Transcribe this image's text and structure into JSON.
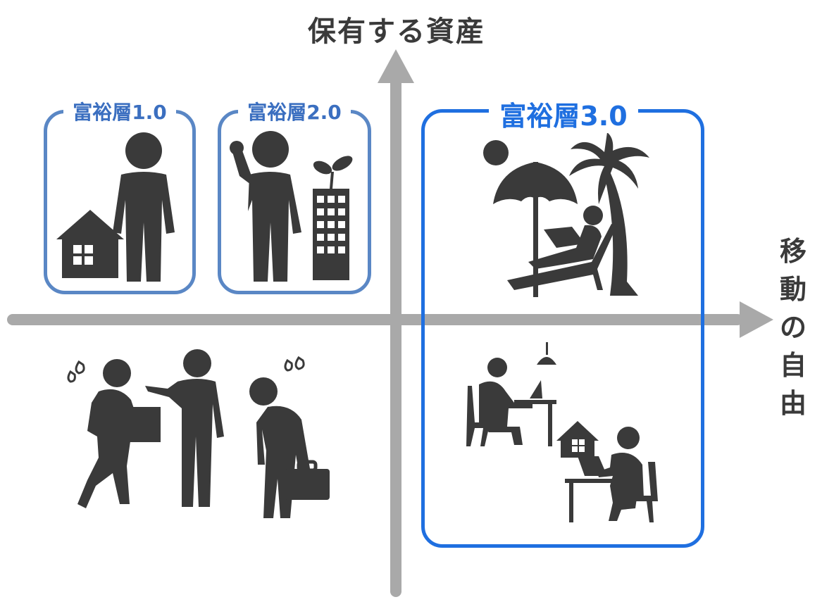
{
  "axes": {
    "y_label": "保有する資産",
    "x_label": [
      "移",
      "動",
      "の",
      "自",
      "由"
    ]
  },
  "groups": [
    {
      "title": "富裕層1.0"
    },
    {
      "title": "富裕層2.0"
    },
    {
      "title": "富裕層3.0"
    }
  ],
  "colors": {
    "axis": "#a9a9a9",
    "box_light": "#5a87c5",
    "box_accent": "#1f6fe0",
    "pictogram": "#3a3a3a"
  }
}
